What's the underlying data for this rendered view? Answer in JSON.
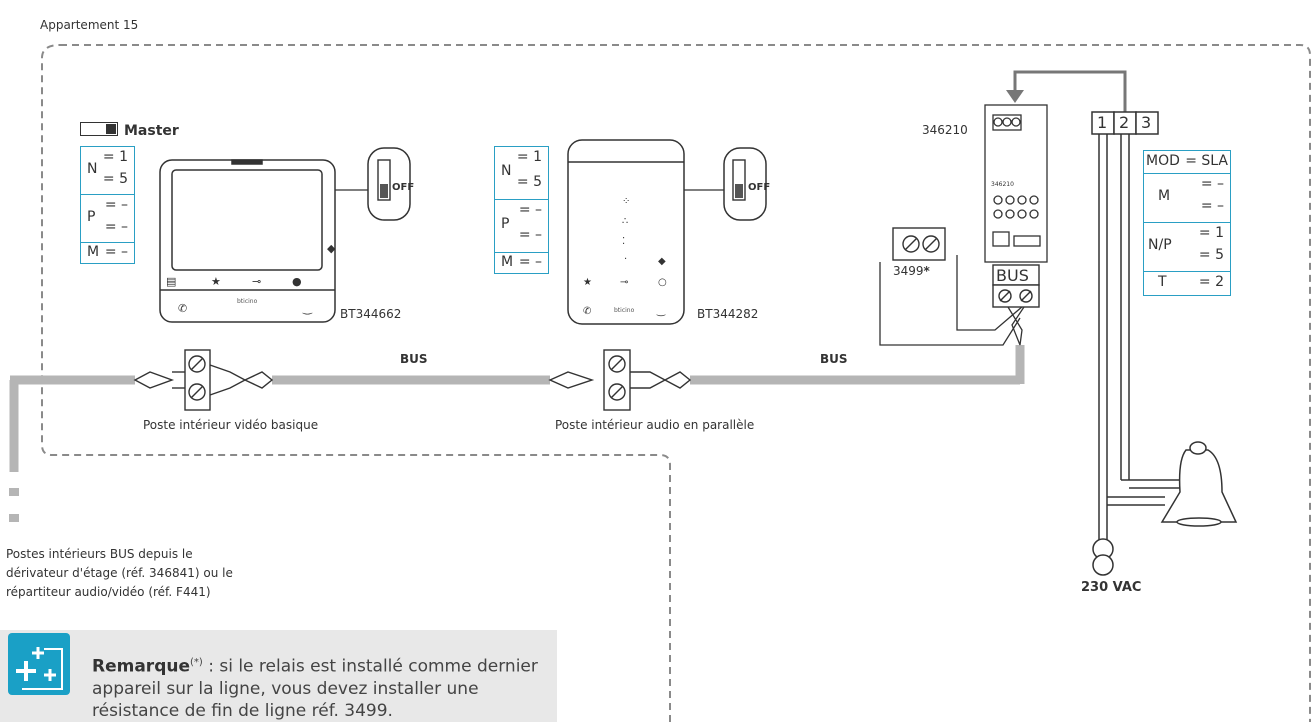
{
  "apartment_label": "Appartement 15",
  "master_label": "Master",
  "video_station": {
    "ref": "BT344662",
    "config": [
      {
        "key": "N",
        "values": [
          "1",
          "5"
        ]
      },
      {
        "key": "P",
        "values": [
          "–",
          "–"
        ]
      },
      {
        "key": "M",
        "values": [
          "–"
        ]
      }
    ],
    "switch_label": "OFF",
    "caption": "Poste intérieur vidéo basique",
    "brand": "bticino"
  },
  "audio_station": {
    "ref": "BT344282",
    "config": [
      {
        "key": "N",
        "values": [
          "1",
          "5"
        ]
      },
      {
        "key": "P",
        "values": [
          "–",
          "–"
        ]
      },
      {
        "key": "M",
        "values": [
          "–"
        ]
      }
    ],
    "switch_label": "OFF",
    "caption": "Poste intérieur audio en parallèle",
    "brand": "bticino"
  },
  "relay": {
    "ref": "346210",
    "body_ref": "346210",
    "terminals": [
      "1",
      "2",
      "3"
    ],
    "resistor_ref": "3499",
    "bus_label": "BUS",
    "config": [
      {
        "key": "MOD",
        "values": [
          "SLA"
        ]
      },
      {
        "key": "M",
        "values": [
          "–",
          "–"
        ]
      },
      {
        "key": "N/P",
        "values": [
          "1",
          "5"
        ]
      },
      {
        "key": "T",
        "values": [
          "2"
        ]
      }
    ]
  },
  "bus_labels": [
    "BUS",
    "BUS"
  ],
  "supply_label": "230 VAC",
  "bus_note": "Postes intérieurs BUS depuis le dérivateur d'étage (réf. 346841) ou le répartiteur audio/vidéo (réf. F441)",
  "remark": {
    "title": "Remarque",
    "superscript": "(*)",
    "text": " : si le relais est installé comme dernier appareil sur la ligne, vous devez installer une résistance de fin de ligne réf. 3499."
  },
  "colors": {
    "accent": "#1aa0c6",
    "bus": "#b5b5b5",
    "dash": "#8a8a8a",
    "note_bg": "#e8e8e8"
  }
}
